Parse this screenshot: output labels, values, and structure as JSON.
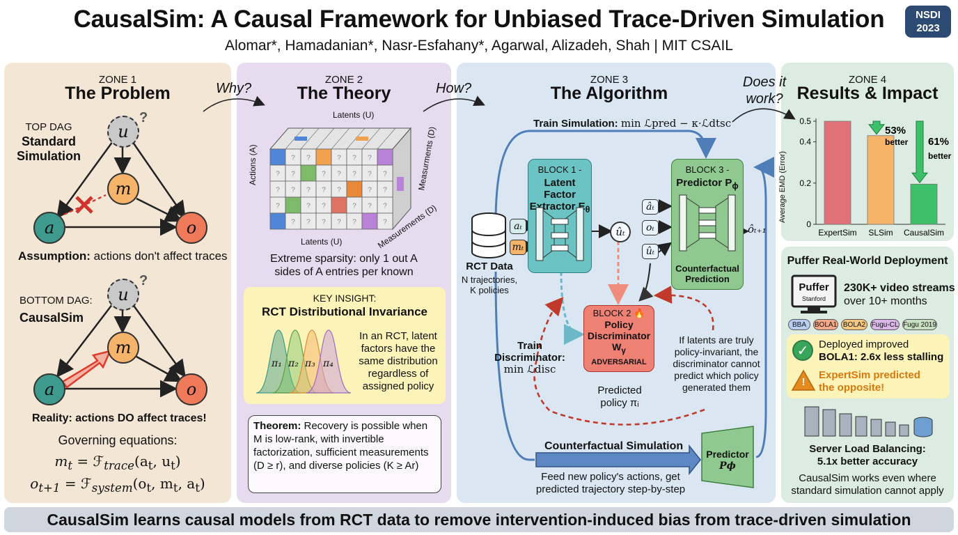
{
  "header": {
    "title": "CausalSim: A Causal Framework for Unbiased Trace-Driven Simulation",
    "authors": "Alomar*, Hamadanian*, Nasr-Esfahany*, Agarwal, Alizadeh, Shah | MIT CSAIL",
    "badge_line1": "NSDI",
    "badge_line2": "2023"
  },
  "transitions": {
    "why": "Why?",
    "how": "How?",
    "does_it_line1": "Does it",
    "does_it_line2": "work?"
  },
  "zone1": {
    "tag": "ZONE 1",
    "heading": "The Problem",
    "top_dag_line1": "TOP DAG",
    "top_dag_line2": "Standard",
    "top_dag_line3": "Simulation",
    "assumption_bold": "Assumption:",
    "assumption_rest": " actions don't affect traces",
    "bottom_dag_line1": "BOTTOM DAG:",
    "bottom_dag_line2": "CausalSim",
    "reality": "Reality: actions DO affect traces!",
    "gov_title": "Governing equations:",
    "node_u": "u",
    "node_m": "m",
    "node_a": "a",
    "node_o": "o",
    "question": "?",
    "eq1_lhs": "m",
    "eq1_sub": "t",
    "eq1_rhs": "= ℱ",
    "eq1_fsub": "trace",
    "eq1_args": "(a",
    "eq1_a_sub": "t",
    "eq1_mid": ", u",
    "eq1_u_sub": "t",
    "eq1_end": ")",
    "eq2_lhs": "o",
    "eq2_sub": "t+1",
    "eq2_rhs": "= ℱ",
    "eq2_fsub": "system",
    "eq2_args": "(o",
    "eq2_o_sub": "t",
    "eq2_mid1": ", m",
    "eq2_m_sub": "t",
    "eq2_mid2": ", a",
    "eq2_a_sub": "t",
    "eq2_end": ")"
  },
  "zone2": {
    "tag": "ZONE 2",
    "heading": "The Theory",
    "cube_label_top": "Latents (U)",
    "cube_label_left": "Actions (A)",
    "cube_label_right": "Measurments (D)",
    "cube_label_bottom_right": "Measurements (D)",
    "cube_label_bottom": "Latents (U)",
    "sparsity": "Extreme sparsity: only 1 out A sides of A entries per known",
    "insight_tag": "KEY INSIGHT:",
    "insight_title": "RCT Distributional Invariance",
    "insight_text": "In an RCT, latent factors have the same distribution regardless of assigned policy",
    "pi1": "π₁",
    "pi2": "π₂",
    "pi3": "π₃",
    "pi4": "π₄",
    "theorem_bold": "Theorem:",
    "theorem_text": " Recovery is possible when M is low-rank, with invertible factorization, sufficient measurements (D ≥ r), and diverse policies (K ≥ Ar)",
    "q": "?"
  },
  "zone3": {
    "tag": "ZONE 3",
    "heading": "The Algorithm",
    "train_sim_label": "Train Simulation:",
    "train_sim_formula": "min ℒpred − κ·ℒdtsc",
    "rct_title": "RCT Data",
    "rct_line1": "N trajectories,",
    "rct_line2": "K policies",
    "input_at": "aₜ",
    "input_mt": "mₜ",
    "block1_tag": "BLOCK 1 -",
    "block1_title1": "Latent Factor",
    "block1_title2": "Extractor E",
    "block1_sub": "θ",
    "ut_node": "ûₜ",
    "block3_tag": "BLOCK 3 -",
    "block3_title": "Predictor P",
    "block3_sub": "ϕ",
    "block3_in1": "âₜ",
    "block3_in2": "oₜ",
    "block3_in3": "ûₜ",
    "block3_caption1": "Counterfactual",
    "block3_caption2": "Prediction",
    "output": "ôₜ₊₁",
    "block2_tag": "BLOCK 2",
    "block2_title1": "Policy",
    "block2_title2": "Discriminator",
    "block2_title3": "W",
    "block2_sub": "γ",
    "block2_adv": "ADVERSARIAL",
    "fire": "🔥",
    "predicted1": "Predicted",
    "predicted2": "policy πᵢ",
    "train_disc1": "Train",
    "train_disc2": "Discriminator:",
    "train_disc3": "min ℒdisc",
    "invariant_note": "If latents are truly policy-invariant, the discriminator cannot predict which policy generated them",
    "cf_sim_title": "Counterfactual Simulation",
    "cf_sim_text1": "Feed new policy's actions, get",
    "cf_sim_text2": "predicted trajectory step-by-step",
    "pred_box_title": "Predictor",
    "pred_box_sub": "Pϕ",
    "dots": "⋮"
  },
  "zone4": {
    "tag": "ZONE 4",
    "heading": "Results & Impact",
    "deploy_title": "Puffer Real-World Deployment",
    "puffer_logo": "Puffer",
    "puffer_sub": "Stanford",
    "streams_line1": "230K+ video streams",
    "streams_line2": "over 10+ months",
    "algorithms": [
      "BBA",
      "BOLA1",
      "BOLA2",
      "Fugu-CL",
      "Fugu 2019"
    ],
    "algorithm_colors": [
      "#b9cdf1",
      "#f4a98a",
      "#f6c77f",
      "#d9b7e8",
      "#c7e0c1"
    ],
    "deployed_line1": "Deployed improved",
    "deployed_line2": "BOLA1: 2.6x less stalling",
    "warning_line1": "ExpertSim predicted",
    "warning_line2": "the opposite!",
    "check_icon": "✓",
    "warn_icon": "!",
    "lb_title1": "Server Load Balancing:",
    "lb_title2": "5.1x better accuracy",
    "closing1": "CausalSim works even where",
    "closing2": "standard simulation cannot apply"
  },
  "chart_data": {
    "type": "bar",
    "categories": [
      "ExpertSim",
      "SLSim",
      "CausalSim"
    ],
    "values": [
      0.5,
      0.43,
      0.195
    ],
    "colors": [
      "#e07278",
      "#f6b36a",
      "#3dc06a"
    ],
    "ylabel": "Average EMD (Error)",
    "ylim": [
      0,
      0.5
    ],
    "yticks": [
      "0",
      "0.2",
      "0.4",
      "0.5"
    ],
    "ytick_values": [
      0,
      0.2,
      0.4,
      0.5
    ],
    "annotations": [
      {
        "text": "53%",
        "sub": "better",
        "target": "SLSim"
      },
      {
        "text": "61%",
        "sub": "better",
        "target": "CausalSim"
      }
    ]
  },
  "footer": {
    "text": "CausalSim learns causal models from RCT data to remove intervention-induced bias from trace-driven simulation"
  }
}
